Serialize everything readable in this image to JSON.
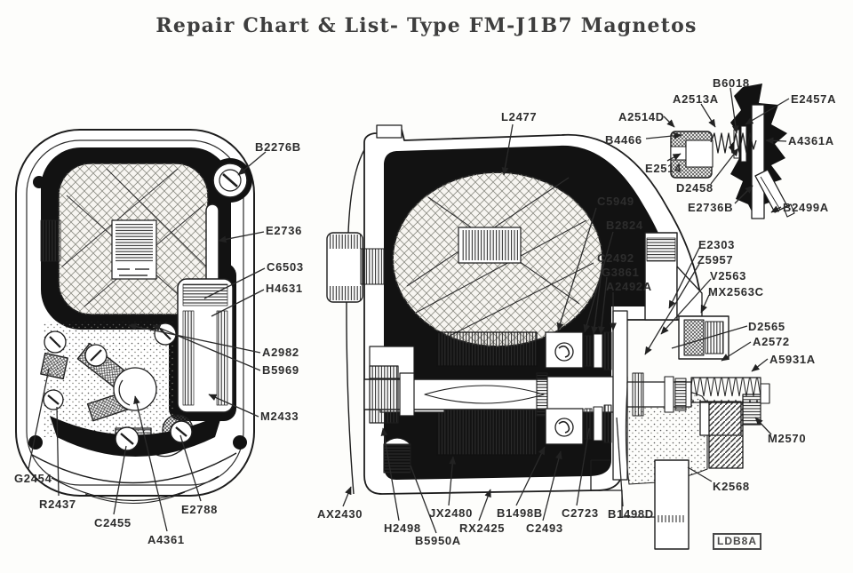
{
  "title": "Repair Chart & List- Type FM-J1B7 Magnetos",
  "figure_code": "LDB8A",
  "parts": {
    "end_view": [
      "B2276B",
      "E2736",
      "C6503",
      "H4631",
      "A2982",
      "B5969",
      "M2433",
      "G2454",
      "R2437",
      "C2455",
      "A4361",
      "E2788"
    ],
    "section_view": [
      "L2477",
      "C5949",
      "B2824",
      "C2492",
      "G3861",
      "A2492A",
      "E2303",
      "Z5957",
      "V2563",
      "MX2563C",
      "D2565",
      "A2572",
      "A5931A",
      "M2570",
      "K2568",
      "AX2430",
      "H2498",
      "B5950A",
      "JX2480",
      "RX2425",
      "B1498B",
      "C2493",
      "C2723",
      "B1498D"
    ],
    "contact_detail": [
      "B6018",
      "A2513A",
      "E2457A",
      "A2514D",
      "B4466",
      "E2514",
      "D2458",
      "E2736B",
      "A4361A",
      "B2499A"
    ]
  }
}
